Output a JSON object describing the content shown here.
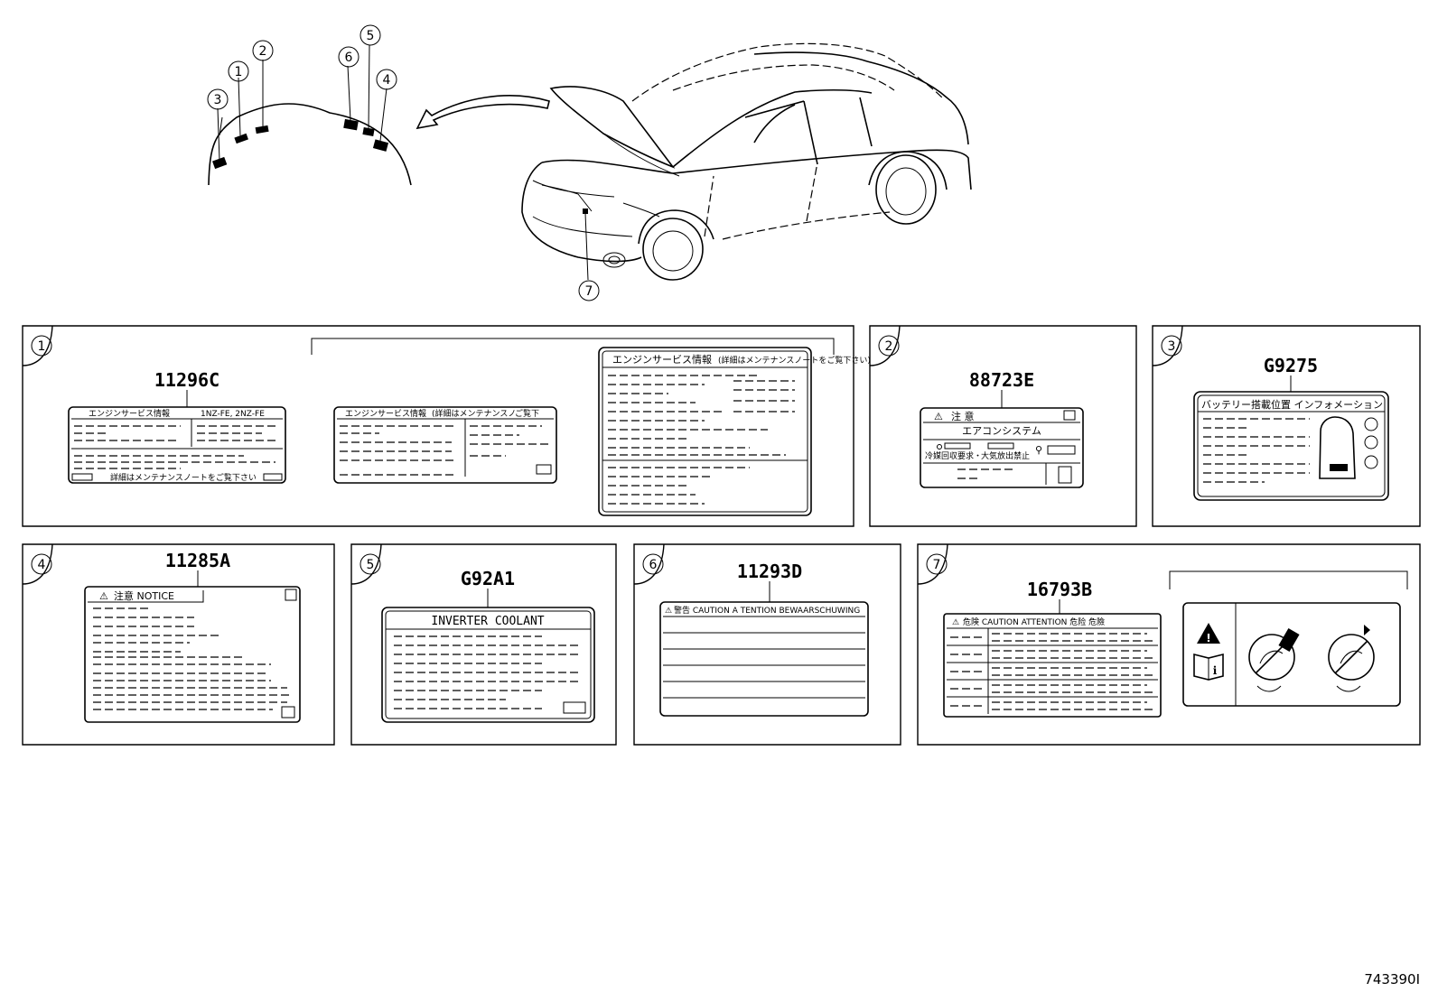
{
  "callouts": [
    "1",
    "2",
    "3",
    "4",
    "5",
    "6",
    "7"
  ],
  "panels": {
    "p1": {
      "num": "1",
      "code": "11296C",
      "label_a_title": "エンジンサービス情報",
      "label_a_engine": "1NZ-FE, 2NZ-FE",
      "label_a_footer": "詳細はメンテナンスノートをご覧下さい",
      "label_b_title": "エンジンサービス情報",
      "label_b_sub": "(詳細はメンテナンスノ",
      "label_b_sub2": "ご覧下",
      "label_c_title": "エンジンサービス情報",
      "label_c_sub": "(詳細はメンテナンスノートをご覧下さい)"
    },
    "p2": {
      "num": "2",
      "code": "88723E",
      "warn": "注 意",
      "system": "エアコンシステム",
      "left_txt": "冷媒回収要求・",
      "mid_txt": "大気放出禁止"
    },
    "p3": {
      "num": "3",
      "code": "G9275",
      "title": "バッテリー搭載位置 インフォメーション"
    },
    "p4": {
      "num": "4",
      "code": "11285A",
      "head": "注意 NOTICE"
    },
    "p5": {
      "num": "5",
      "code": "G92A1",
      "head": "INVERTER COOLANT"
    },
    "p6": {
      "num": "6",
      "code": "11293D",
      "head": "警告 CAUTION A TENTION BEWAARSCHUWING"
    },
    "p7": {
      "num": "7",
      "code": "16793B",
      "head": "危険 CAUTION ATTENTION 危险 危險"
    }
  },
  "diagram_id": "743390I"
}
